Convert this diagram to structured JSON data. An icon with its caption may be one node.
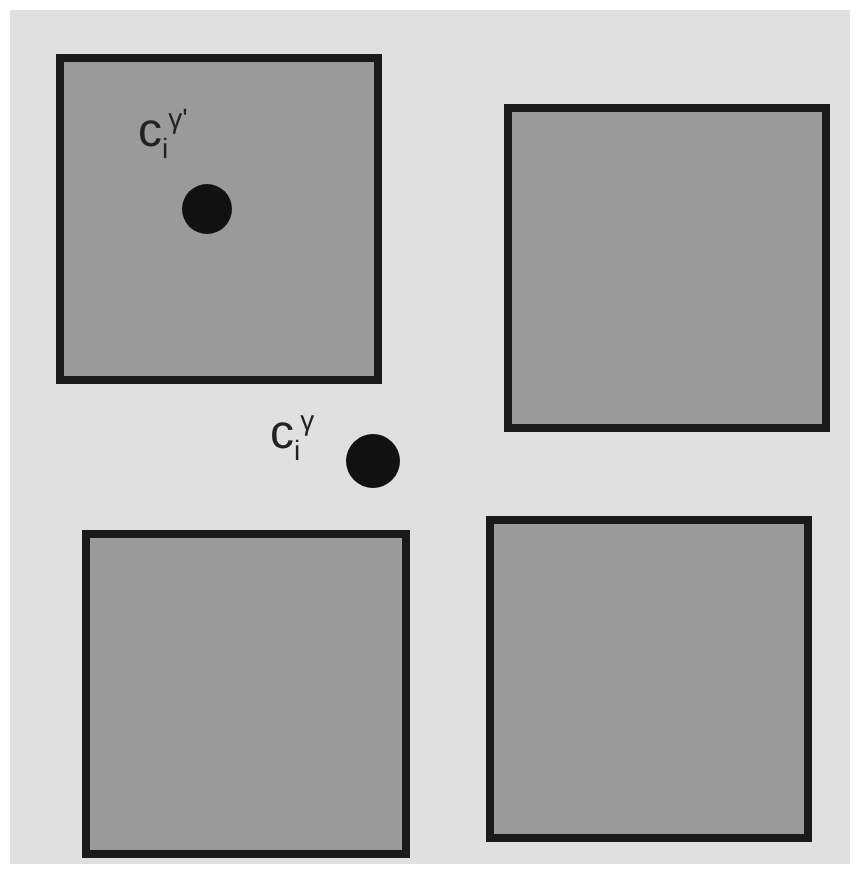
{
  "diagram": {
    "nodes": [
      {
        "text": [],
        "shape": "box"
      },
      {
        "text": [],
        "shape": "circle",
        "in": 0,
        "beside": [
          "c$_{i}$$^{γ'}$"
        ]
      },
      {
        "text": [],
        "shape": "box"
      },
      {
        "text": [],
        "shape": "circle",
        "beside": [
          "c$_{i}$$^{γ}$"
        ]
      },
      {
        "text": [],
        "shape": "box"
      },
      {
        "text": [],
        "shape": "box"
      }
    ]
  }
}
